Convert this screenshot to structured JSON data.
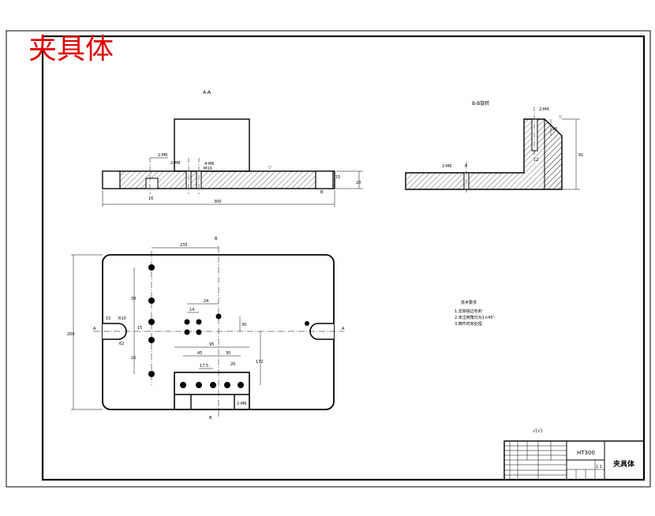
{
  "title": "夹具体",
  "sections": {
    "aa": "A-A",
    "bb": "B-B旋转"
  },
  "dims": {
    "overall_length": "300",
    "width_total": "200",
    "d_235": "235",
    "d_24": "24",
    "d_14": "14",
    "d_30": "30",
    "d_172": "172",
    "d_45": "45",
    "d_30b": "30",
    "d_95": "95",
    "d_17_5": "17.5",
    "d_15": "15",
    "d_20": "20",
    "d_16": "16",
    "d_38": "38",
    "d_r10": "R10",
    "d_62": "62",
    "d_15b": "15",
    "d_12": "12",
    "d_2m6": "2-M6",
    "d_2m8": "2-M8",
    "d_4m6": "4-M6",
    "d_2m4": "2-M4",
    "d_2m6b": "2-M6",
    "d_20b": "20",
    "d_15c": "15",
    "d_8": "8",
    "d_m10": "M10",
    "d_91": "91",
    "d_20c": "20",
    "d_b": "B",
    "d_a": "A",
    "d_a2": "A"
  },
  "notes": {
    "heading": "技术要求",
    "line1": "1.去除锐边毛刺",
    "line2": "2.未注倒角均为1×45°",
    "line3": "3.铸件时效处理"
  },
  "roughness": "√(√)",
  "title_block": {
    "material": "HT300",
    "name": "夹具体",
    "scale": "1:1"
  }
}
